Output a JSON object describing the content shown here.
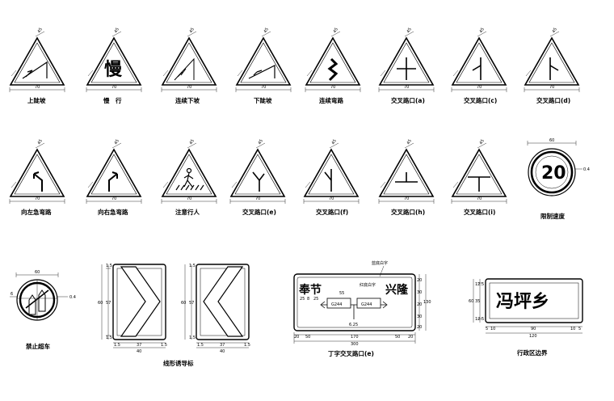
{
  "triangles_row1": [
    {
      "caption": "上陡坡",
      "dim": "70",
      "icon": "steep-uphill-icon",
      "side": "45"
    },
    {
      "caption": "慢　行",
      "dim": "70",
      "icon": "slow-text-icon",
      "glyph": "慢",
      "side": "45"
    },
    {
      "caption": "连续下坡",
      "dim": "70",
      "icon": "continuous-downhill-icon",
      "side": "45"
    },
    {
      "caption": "下陡坡",
      "dim": "70",
      "icon": "steep-downhill-icon",
      "side": "45"
    },
    {
      "caption": "连续弯路",
      "dim": "70",
      "icon": "winding-road-icon",
      "side": "45"
    },
    {
      "caption": "交叉路口(a)",
      "dim": "70",
      "icon": "crossroad-a-icon",
      "side": "45"
    },
    {
      "caption": "交叉路口(c)",
      "dim": "70",
      "icon": "crossroad-c-icon",
      "side": "45"
    },
    {
      "caption": "交叉路口(d)",
      "dim": "70",
      "icon": "crossroad-d-icon",
      "side": "45"
    }
  ],
  "triangles_row2": [
    {
      "caption": "向左急弯路",
      "dim": "70",
      "icon": "sharp-left-curve-icon",
      "side": "45"
    },
    {
      "caption": "向右急弯路",
      "dim": "70",
      "icon": "sharp-right-curve-icon",
      "side": "45"
    },
    {
      "caption": "注意行人",
      "dim": "70",
      "icon": "pedestrian-icon",
      "side": "45"
    },
    {
      "caption": "交叉路口(e)",
      "dim": "70",
      "icon": "crossroad-e-icon",
      "side": "45"
    },
    {
      "caption": "交叉路口(f)",
      "dim": "70",
      "icon": "crossroad-f-icon",
      "side": "45"
    },
    {
      "caption": "交叉路口(h)",
      "dim": "70",
      "icon": "crossroad-h-icon",
      "side": "45"
    },
    {
      "caption": "交叉路口(i)",
      "dim": "70",
      "icon": "crossroad-i-icon",
      "side": "45"
    }
  ],
  "speed_limit": {
    "caption": "限制速度",
    "value": "20",
    "dim_top": "60",
    "dim_ring": "0.4"
  },
  "no_overtaking": {
    "caption": "禁止超车",
    "dim_top": "60",
    "dim_ring": "0.4",
    "dim_left": "6"
  },
  "chevron": {
    "caption": "线形诱导标",
    "dims_left": [
      "1.5",
      "57",
      "1.5"
    ],
    "dim_total_h": "60",
    "dims_bottom": [
      "1.5",
      "37",
      "1.5"
    ],
    "dim_total_w": "40"
  },
  "junction_sign": {
    "caption": "丁字交叉路口(e)",
    "note_top": "蓝底白字",
    "note_mid": "红底白字",
    "place_left": "奉节",
    "place_right": "兴隆",
    "route_left": "G244",
    "route_right": "G244",
    "dim_55": "55",
    "dim_small": [
      "25",
      "8",
      "25"
    ],
    "dim_625": "6.25",
    "dims_bottom": [
      "20",
      "50",
      "170",
      "50",
      "20"
    ],
    "dim_total": "300",
    "dims_right": [
      "20",
      "30",
      "20",
      "30",
      "20"
    ],
    "dim_height": "130"
  },
  "boundary_sign": {
    "caption": "行政区边界",
    "text": "冯坪乡",
    "dims_left": [
      "12.5",
      "35",
      "12.5"
    ],
    "dim_height": "60",
    "dims_bottom": [
      "5",
      "10",
      "90",
      "10",
      "5"
    ],
    "dim_total": "120"
  }
}
